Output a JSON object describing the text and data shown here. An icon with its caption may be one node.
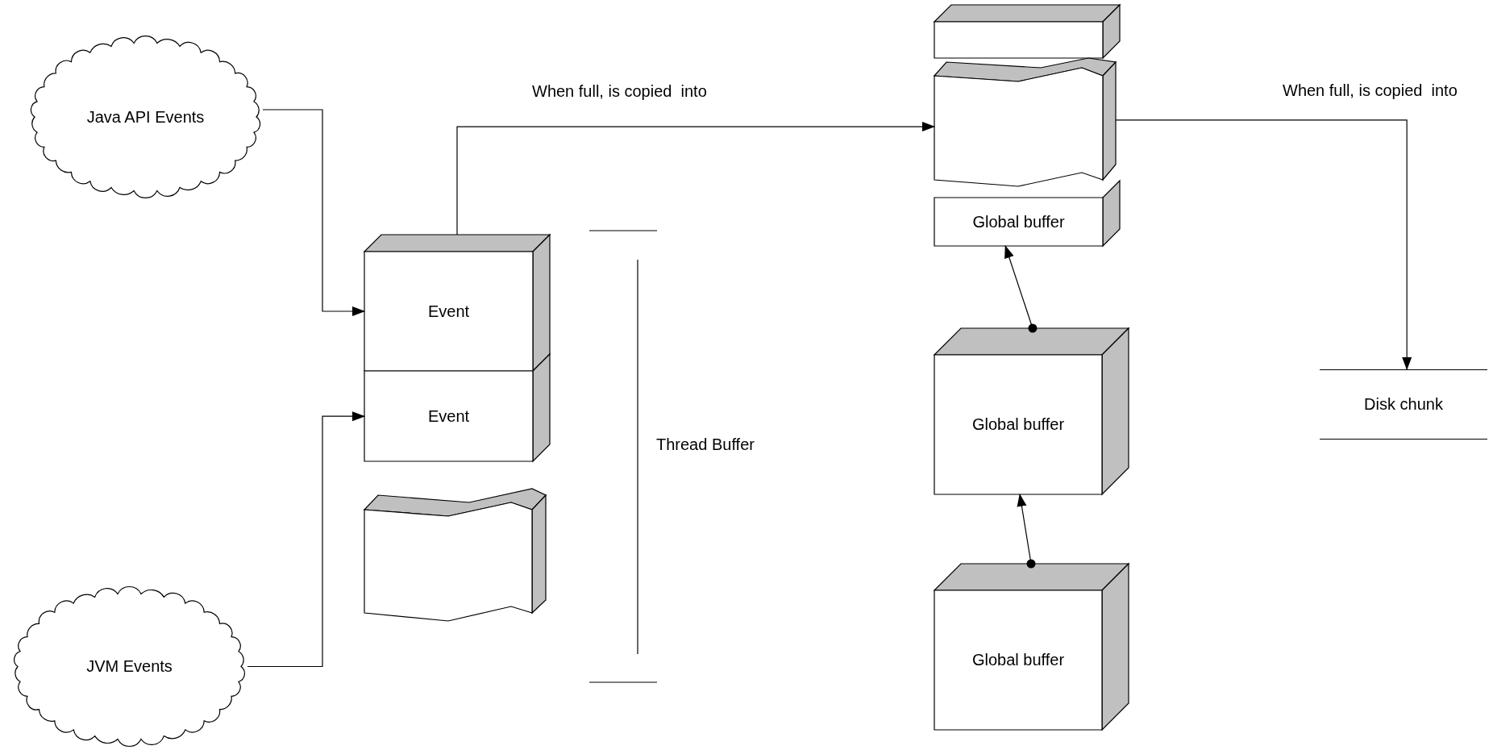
{
  "diagram": {
    "nodes": [
      {
        "text": [
          "Java API Events"
        ]
      },
      {
        "text": [
          "JVM Events"
        ]
      },
      {
        "text": [
          "Event"
        ]
      },
      {
        "text": [
          "Event"
        ]
      },
      {
        "text": [],
        "shape": "box"
      },
      {
        "text": [],
        "shape": "box"
      },
      {
        "text": [],
        "shape": "box"
      },
      {
        "text": [
          "Global buffer"
        ]
      },
      {
        "text": [
          "Global buffer"
        ]
      },
      {
        "text": [
          "Global buffer"
        ]
      },
      {
        "text": [
          "Disk chunk"
        ]
      }
    ],
    "edges": [
      {
        "from": 0,
        "to": 2,
        "arrow": "to"
      },
      {
        "from": 1,
        "to": 3,
        "arrow": "to"
      },
      {
        "from": 2,
        "to": 6,
        "arrow": "to",
        "label": "When full, is copied  into"
      },
      {
        "from": 6,
        "to": 10,
        "arrow": "to",
        "label": "When full, is copied  into"
      },
      {
        "from": 8,
        "to": 7,
        "arrow": "to"
      },
      {
        "from": 9,
        "to": 8,
        "arrow": "to"
      }
    ],
    "labels": [
      "Thread Buffer"
    ]
  }
}
